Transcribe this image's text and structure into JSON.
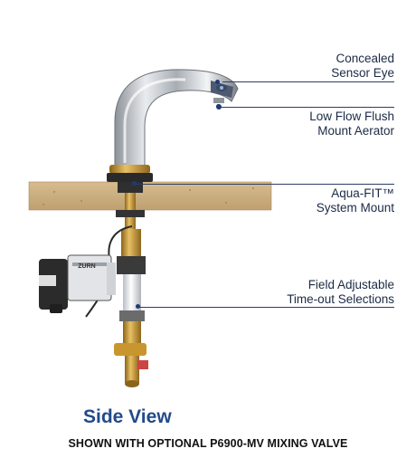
{
  "callouts": [
    {
      "lines": [
        "Concealed",
        "Sensor Eye"
      ]
    },
    {
      "lines": [
        "Low Flow Flush",
        "Mount Aerator"
      ]
    },
    {
      "lines": [
        "Aqua-FIT™",
        "System Mount"
      ]
    },
    {
      "lines": [
        "Field Adjustable",
        "Time-out Selections"
      ]
    }
  ],
  "brand_badge": "ZURN",
  "view_title": "Side View",
  "caption": "SHOWN WITH OPTIONAL P6900-MV MIXING VALVE",
  "colors": {
    "title": "#234a8a",
    "leader": "#2c3e66",
    "counter": "#c8a777",
    "chrome": "#c9ccd1",
    "brass": "#c8962e",
    "control_box": "#2a2a2a"
  }
}
